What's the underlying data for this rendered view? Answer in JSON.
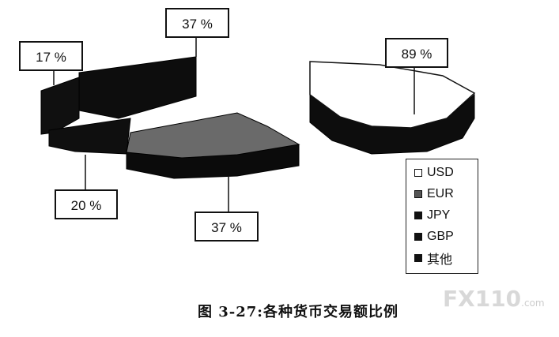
{
  "chart_data": [
    {
      "type": "pie",
      "values": [
        {
          "label": "EUR",
          "value": 37
        },
        {
          "label": "JPY",
          "value": 37
        },
        {
          "label": "GBP",
          "value": 17
        },
        {
          "label": "其他",
          "value": 20
        }
      ],
      "data_labels": [
        "37 %",
        "37 %",
        "17 %",
        "20 %"
      ]
    },
    {
      "type": "pie",
      "values": [
        {
          "label": "USD",
          "value": 89
        }
      ],
      "data_labels": [
        "89 %"
      ]
    }
  ],
  "legend": {
    "items": [
      {
        "label": "USD",
        "color": "#ffffff"
      },
      {
        "label": "EUR",
        "color": "#555555"
      },
      {
        "label": "JPY",
        "color": "#111111"
      },
      {
        "label": "GBP",
        "color": "#111111"
      },
      {
        "label": "其他",
        "color": "#111111"
      }
    ]
  },
  "caption": "图 3-27:各种货币交易额比例",
  "watermark": {
    "brand": "FX110",
    "suffix": ".com"
  }
}
